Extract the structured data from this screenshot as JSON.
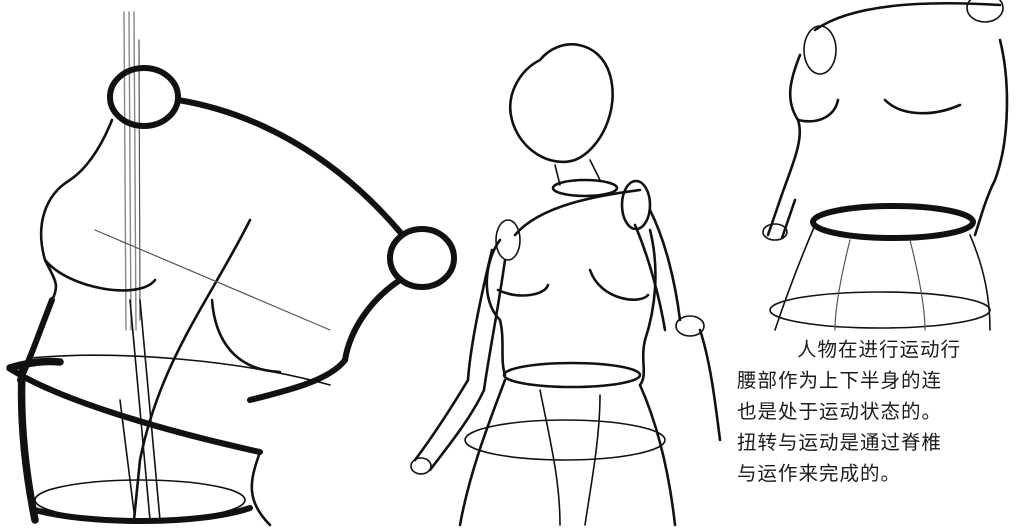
{
  "caption": {
    "lines": [
      "人物在进行运动行",
      "腰部作为上下半身的连",
      "也是处于运动状态的。",
      "扭转与运动是通过脊椎",
      "与运作来完成的。"
    ]
  },
  "colors": {
    "ink": "#111111",
    "paper": "#ffffff"
  }
}
